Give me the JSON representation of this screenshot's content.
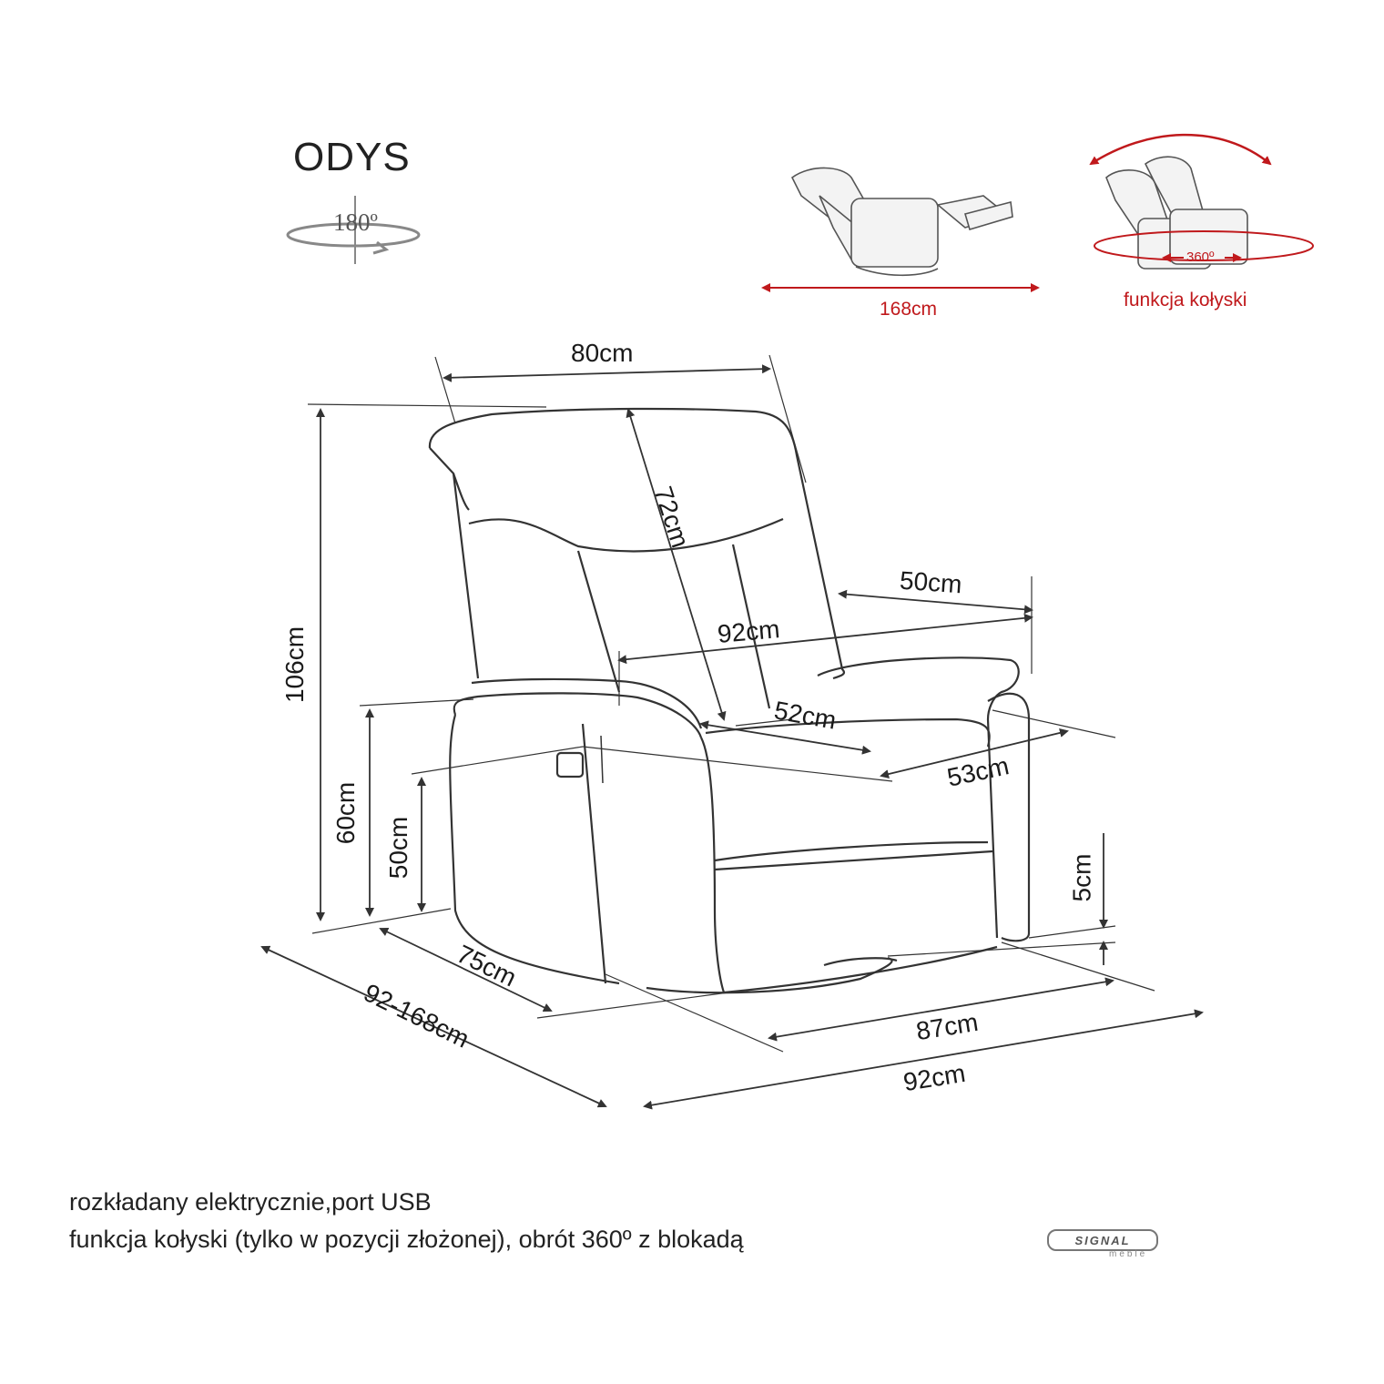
{
  "product": {
    "name": "ODYS",
    "rotation": "180º"
  },
  "recline_view": {
    "length": "168cm"
  },
  "rocking_view": {
    "rotation": "360º",
    "caption": "funkcja kołyski"
  },
  "dimensions": {
    "back_width": "80cm",
    "back_height": "72cm",
    "armrest_depth": "50cm",
    "inner_width": "92cm",
    "seat_width": "52cm",
    "seat_depth": "53cm",
    "total_height": "106cm",
    "armrest_height": "60cm",
    "seat_height": "50cm",
    "base_clearance": "5cm",
    "depth": "75cm",
    "depth_reclined": "92-168cm",
    "base_width": "87cm",
    "total_width": "92cm"
  },
  "notes": {
    "line1": "rozkładany elektrycznie,port USB",
    "line2": "funkcja kołyski (tylko w pozycji złożonej), obrót 360º z blokadą"
  },
  "brand": {
    "name": "SIGNAL",
    "sub": "meble"
  },
  "colors": {
    "accent_red": "#c0191c",
    "line": "#333333"
  }
}
